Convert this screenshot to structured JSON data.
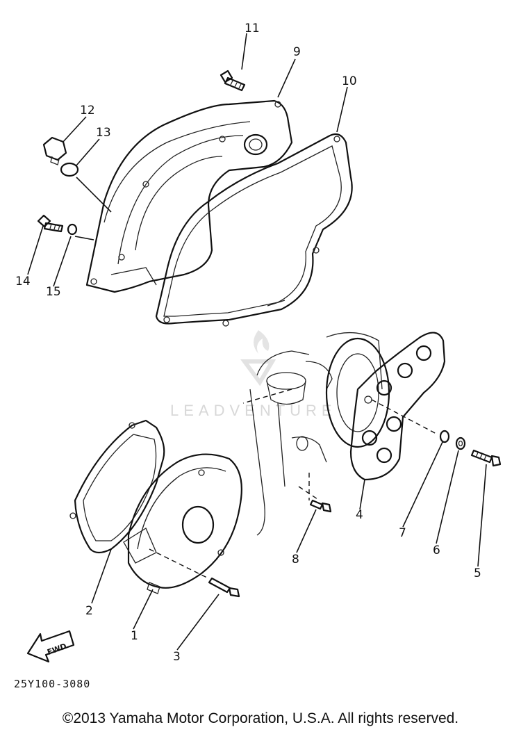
{
  "callouts": [
    "11",
    "9",
    "10",
    "12",
    "13",
    "14",
    "15",
    "4",
    "7",
    "6",
    "5",
    "8",
    "2",
    "1",
    "3"
  ],
  "forward_label": "FWD",
  "watermark": "LEADVENTURE",
  "diagram_code": "25Y100-3080",
  "copyright": "©2013 Yamaha Motor Corporation, U.S.A. All rights reserved."
}
